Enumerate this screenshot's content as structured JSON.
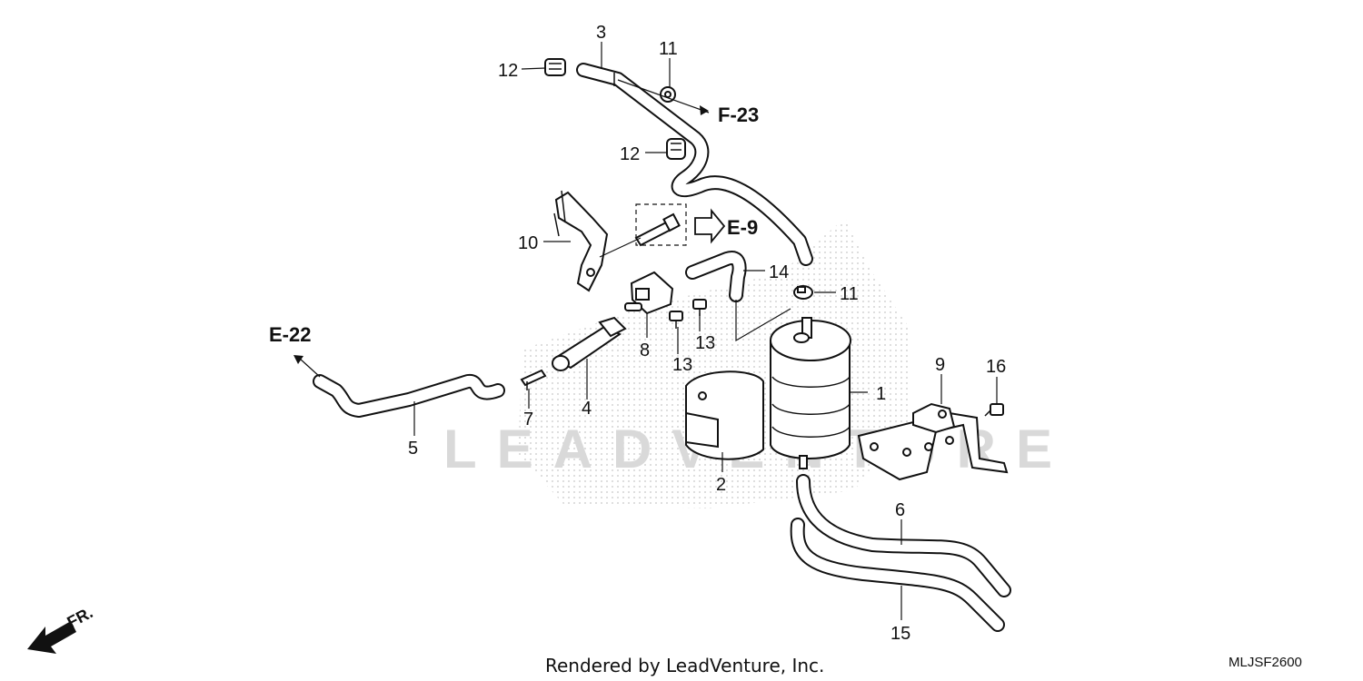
{
  "callouts": {
    "c1": "1",
    "c2": "2",
    "c3": "3",
    "c4": "4",
    "c5": "5",
    "c6": "6",
    "c7": "7",
    "c8": "8",
    "c9": "9",
    "c10": "10",
    "c11a": "11",
    "c11b": "11",
    "c12a": "12",
    "c12b": "12",
    "c13a": "13",
    "c13b": "13",
    "c14": "14",
    "c15": "15",
    "c16": "16"
  },
  "references": {
    "f23": "F-23",
    "e9": "E-9",
    "e22": "E-22"
  },
  "direction": {
    "label": "FR."
  },
  "watermark": {
    "text": "LEADVENTURE"
  },
  "footer": {
    "credit": "Rendered by LeadVenture, Inc.",
    "diagram_code": "MLJSF2600"
  }
}
